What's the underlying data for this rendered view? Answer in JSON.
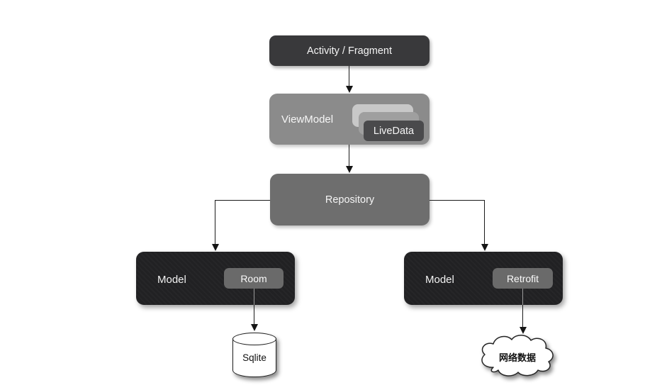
{
  "diagram": {
    "background": "#ffffff",
    "colors": {
      "activity_box": "#39393b",
      "viewmodel_box": "#8b8b8b",
      "livedata_card": "#4a4a4c",
      "stack_card_back": "#c8c8c8",
      "stack_card_middle": "#9f9f9f",
      "repository_box": "#6e6e6e",
      "model_box": "#212123",
      "pill": "#6a6a6a",
      "line": "#1a1a1a"
    },
    "nodes": {
      "activity": {
        "label": "Activity / Fragment"
      },
      "viewmodel": {
        "label": "ViewModel"
      },
      "livedata": {
        "label": "LiveData"
      },
      "repository": {
        "label": "Repository"
      },
      "model_room": {
        "label": "Model"
      },
      "room": {
        "label": "Room"
      },
      "model_retrofit": {
        "label": "Model"
      },
      "retrofit": {
        "label": "Retrofit"
      },
      "sqlite": {
        "label": "Sqlite"
      },
      "network_data": {
        "label": "网络数据"
      }
    },
    "edges": [
      {
        "from": "activity",
        "to": "viewmodel"
      },
      {
        "from": "viewmodel",
        "to": "repository"
      },
      {
        "from": "repository",
        "to": "model_room"
      },
      {
        "from": "repository",
        "to": "model_retrofit"
      },
      {
        "from": "room",
        "to": "sqlite"
      },
      {
        "from": "retrofit",
        "to": "network_data"
      }
    ]
  }
}
